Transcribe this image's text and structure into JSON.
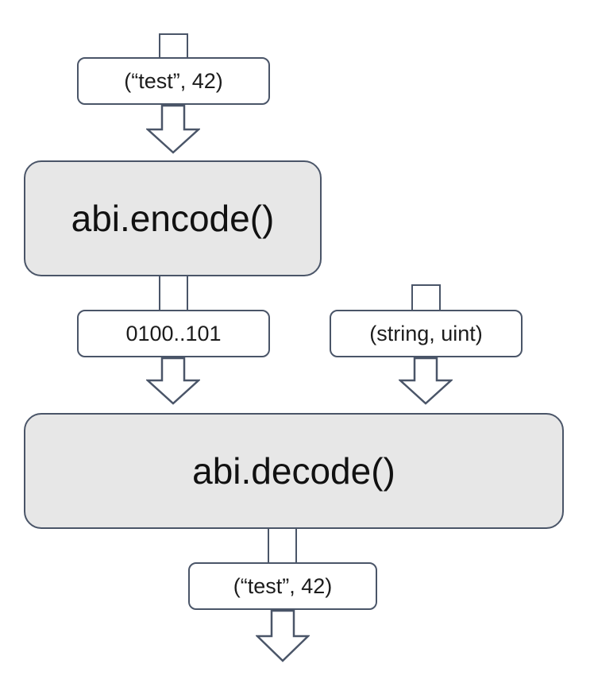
{
  "diagram": {
    "title_implied": "ABI encode/decode flow",
    "input_top": "(“test”, 42)",
    "encode_label": "abi.encode()",
    "encoded_bytes": "0100..101",
    "types_label": "(string, uint)",
    "decode_label": "abi.decode()",
    "output_label": "(“test”, 42)"
  },
  "colors": {
    "border": "#4a5568",
    "process_fill": "#e7e7e7",
    "label_fill": "#ffffff",
    "text": "#1c1c1c"
  }
}
